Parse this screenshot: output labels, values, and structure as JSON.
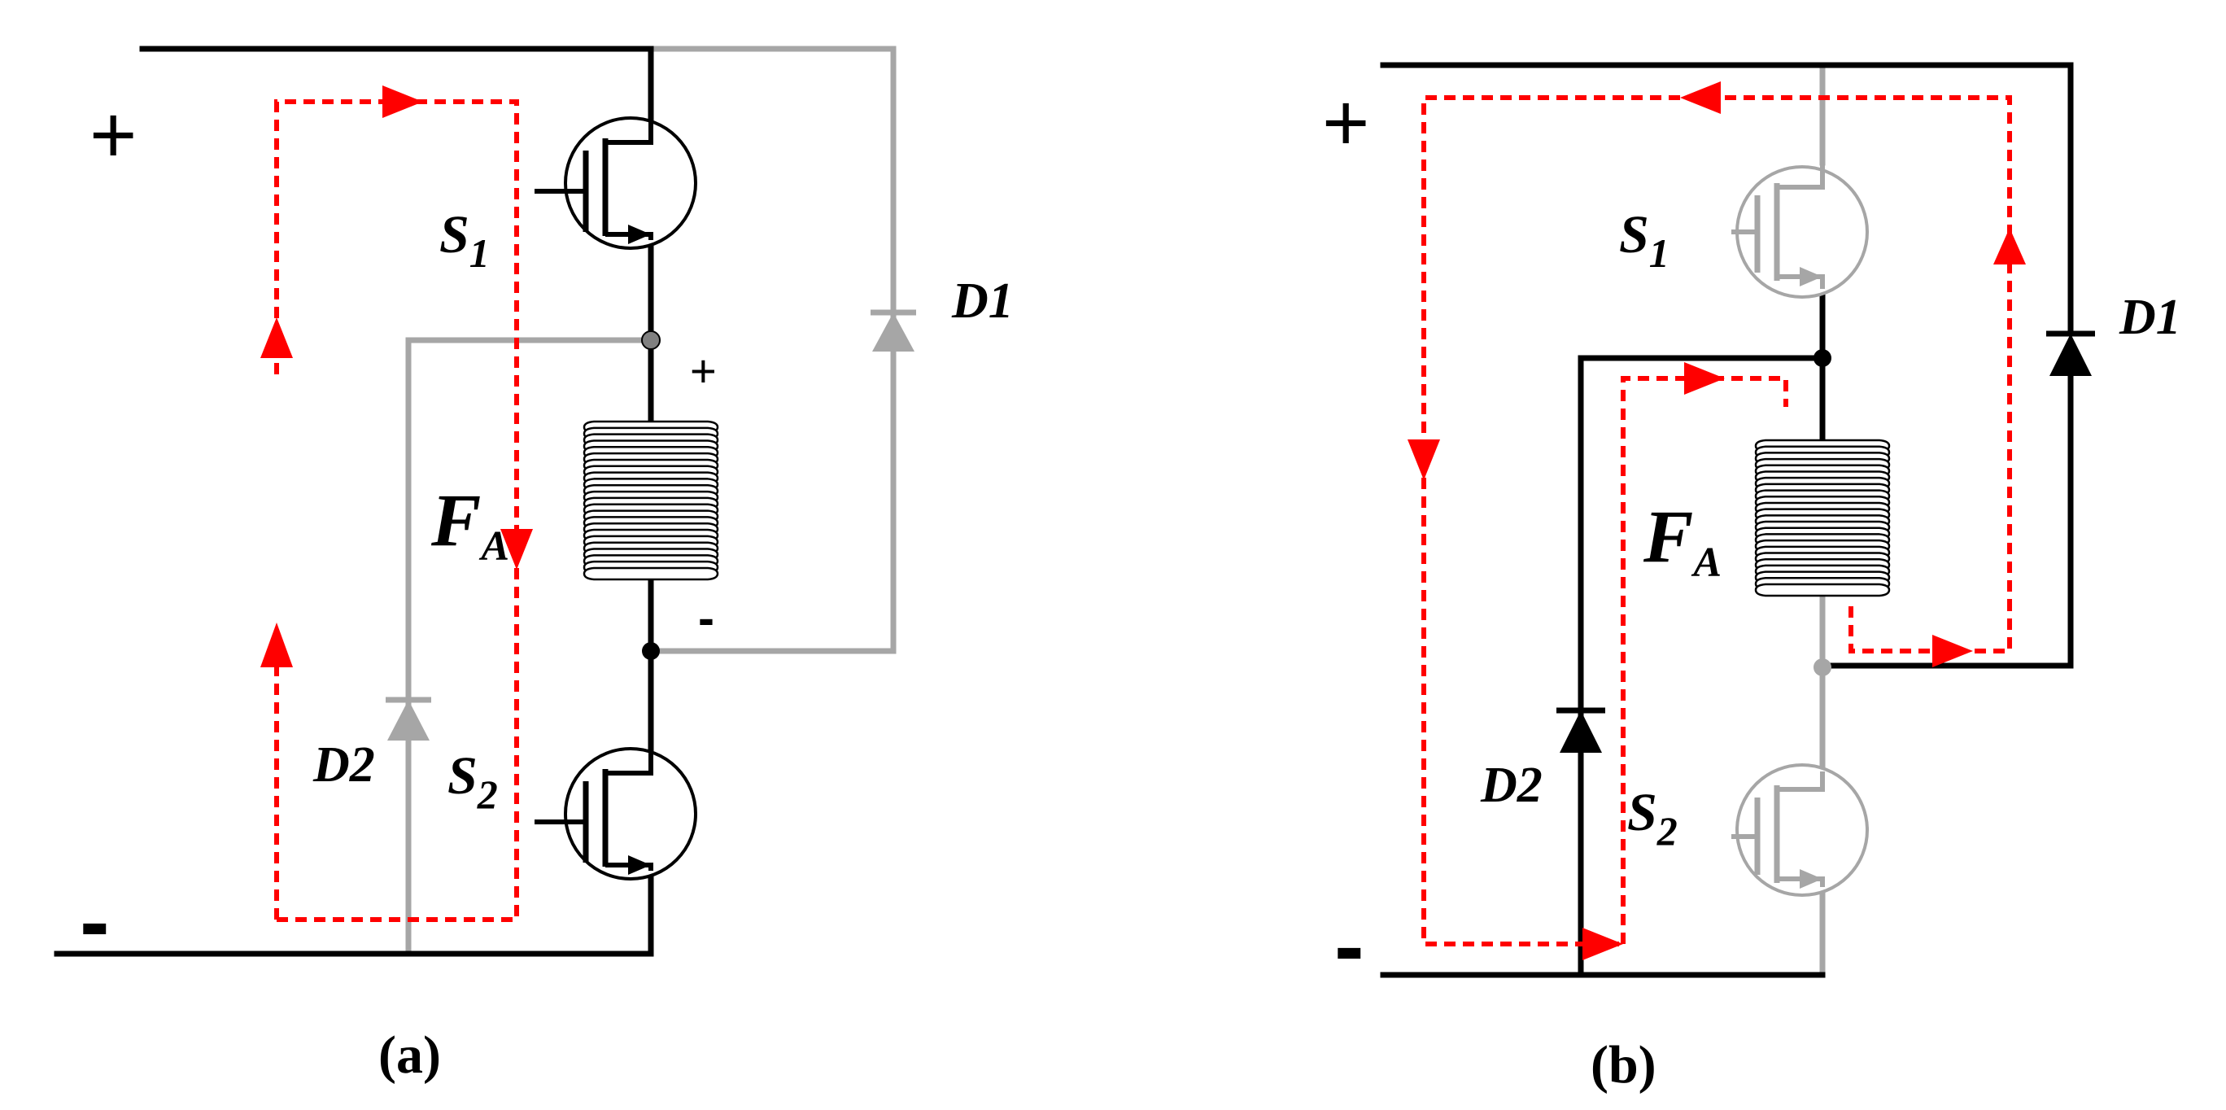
{
  "panel_a": {
    "caption": "(a)",
    "plus_sign": "+",
    "minus_sign": "-",
    "switch_upper": {
      "main": "S",
      "sub": "1"
    },
    "switch_lower": {
      "main": "S",
      "sub": "2"
    },
    "diode_right": "D1",
    "diode_left": "D2",
    "coil": {
      "main": "F",
      "sub": "A"
    },
    "coil_plus": "+",
    "coil_minus": "-"
  },
  "panel_b": {
    "caption": "(b)",
    "plus_sign": "+",
    "minus_sign": "-",
    "switch_upper": {
      "main": "S",
      "sub": "1"
    },
    "switch_lower": {
      "main": "S",
      "sub": "2"
    },
    "diode_right": "D1",
    "diode_left": "D2",
    "coil": {
      "main": "F",
      "sub": "A"
    }
  },
  "colors": {
    "active_wire": "#000000",
    "inactive_wire": "#a6a6a6",
    "current_path": "#ff0000"
  }
}
